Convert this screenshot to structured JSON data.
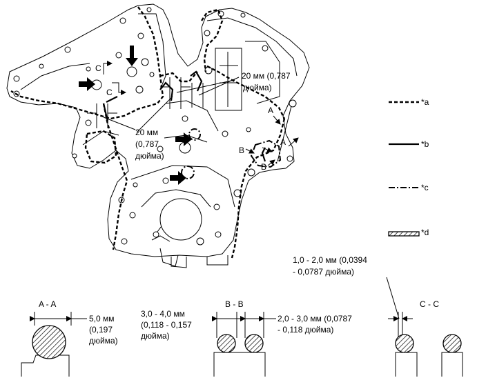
{
  "legend": [
    {
      "key": "*a",
      "style": "dashed"
    },
    {
      "key": "*b",
      "style": "solid"
    },
    {
      "key": "*c",
      "style": "dash-dot"
    },
    {
      "key": "*d",
      "style": "hatched"
    }
  ],
  "callouts": {
    "right_top": {
      "line1": "20 мм (0,787",
      "line2": "дюйма)"
    },
    "left_mid": {
      "line1": "20 мм",
      "line2": "(0,787",
      "line3": "дюйма)"
    },
    "right_bottom": {
      "line1": "1,0 - 2,0 мм (0,0394",
      "line2": "- 0,0787 дюйма)"
    }
  },
  "section_markers": {
    "a": "A",
    "b": "B",
    "c": "C"
  },
  "sections": {
    "aa": {
      "title": "A - A",
      "dim": {
        "line1": "5,0 мм",
        "line2": "(0,197",
        "line3": "дюйма)"
      }
    },
    "bb": {
      "title": "B - B",
      "dim_left": {
        "line1": "3,0 - 4,0 мм",
        "line2": "(0,118 - 0,157",
        "line3": "дюйма)"
      },
      "dim_right": {
        "line1": "2,0 - 3,0 мм (0,0787",
        "line2": "- 0,118 дюйма)"
      }
    },
    "cc": {
      "title": "C - C"
    }
  }
}
